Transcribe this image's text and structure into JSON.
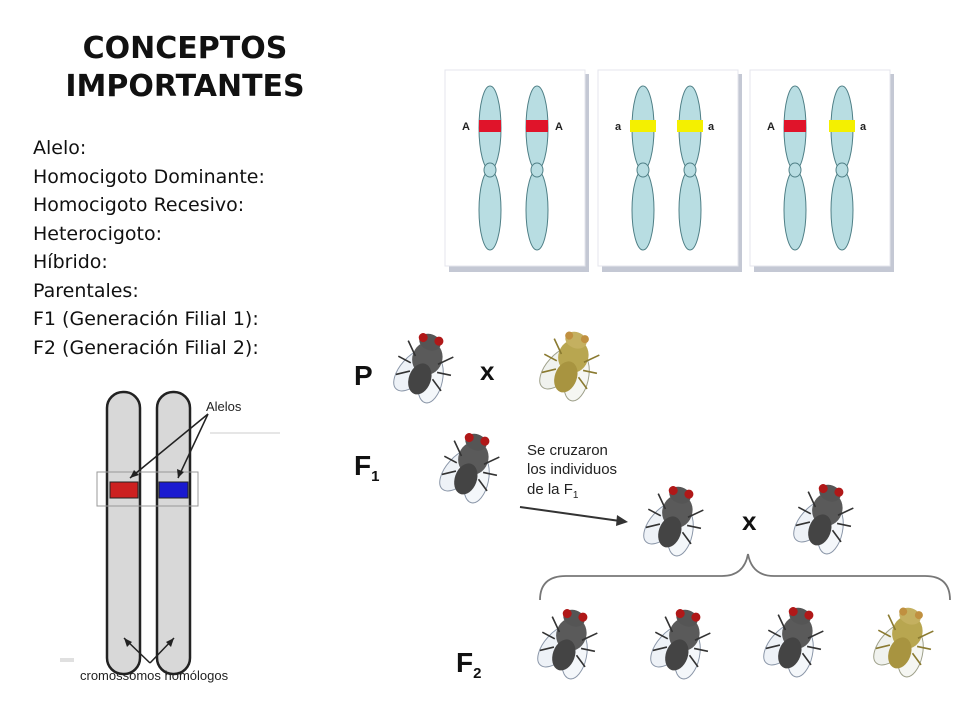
{
  "slide": {
    "title_line1": "CONCEPTOS",
    "title_line2": "IMPORTANTES",
    "concepts": [
      "Alelo:",
      "Homocigoto Dominante:",
      "Homocigoto Recesivo:",
      "Heterocigoto:",
      "Híbrido:",
      "Parentales:",
      "F1 (Generación Filial 1):",
      "F2 (Generación Filial 2):"
    ]
  },
  "homologs_figure": {
    "alleles_label": "Alelos",
    "caption": "cromossomos homólogos",
    "allele_colors": [
      "#cc2020",
      "#1a1ad0"
    ]
  },
  "genotype_panels": [
    {
      "left_allele": "A",
      "right_allele": "A",
      "left_color": "#e0142a",
      "right_color": "#e0142a"
    },
    {
      "left_allele": "a",
      "right_allele": "a",
      "left_color": "#f4f000",
      "right_color": "#f4f000"
    },
    {
      "left_allele": "A",
      "right_allele": "a",
      "left_color": "#e0142a",
      "right_color": "#f4f000"
    }
  ],
  "cross_diagram": {
    "p_label": "P",
    "f1_label": "F",
    "f1_sub": "1",
    "f2_label": "F",
    "f2_sub": "2",
    "cross_symbol": "x",
    "note_line1": "Se cruzaron",
    "note_line2": "los individuos",
    "note_line3": "de la F",
    "note_sub": "1"
  }
}
